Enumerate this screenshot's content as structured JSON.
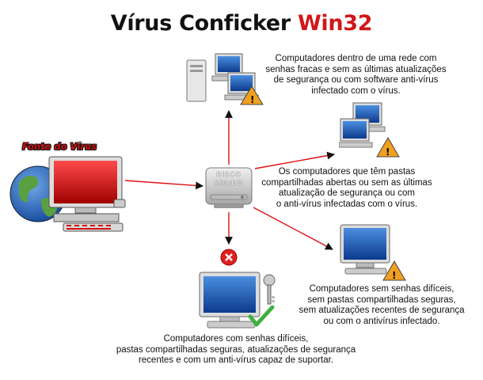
{
  "title": {
    "main": "Vírus Conficker ",
    "highlight": "Win32"
  },
  "source": {
    "label": "Fonte do Vírus"
  },
  "disk": {
    "line1": "DISCO",
    "line2": "RÍGIDO"
  },
  "captions": {
    "top": [
      "Computadores dentro de uma rede com",
      "senhas fracas e sem as últimas atualizações",
      "de segurança ou com software anti-vírus",
      "infectado com o vírus."
    ],
    "middle": [
      "Os computadores que têm pastas",
      "compartilhadas abertas ou sem as últimas",
      "atualização de segurança ou com",
      "o  anti-vírus infectadas com o vírus."
    ],
    "right": [
      "Computadores sem senhas difíceis,",
      "sem pastas compartilhadas seguras,",
      "sem atualizações recentes de segurança",
      "ou com o antivírus infectado."
    ],
    "bottom": [
      "Computadores com senhas difíceis,",
      "pastas compartilhadas seguras, atualizações de segurança",
      "recentes e com um anti-vírus capaz de suportar."
    ]
  },
  "colors": {
    "arrow": "#e01010",
    "warning": "#f0a020",
    "blocked": "#e02020",
    "safe_check": "#40b040"
  }
}
